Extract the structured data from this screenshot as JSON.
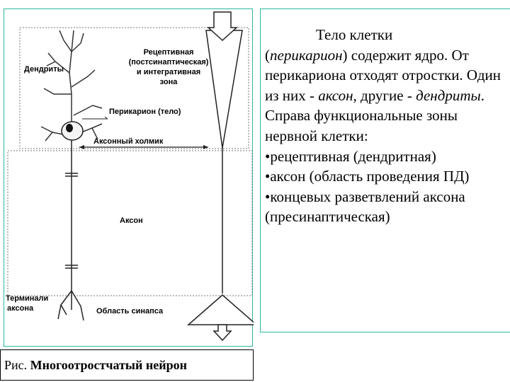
{
  "figure": {
    "labels": {
      "dendrites": "Дендриты",
      "receptive_zone_1": "Рецептивная",
      "receptive_zone_2": "(постсинаптическая)",
      "receptive_zone_3": "и интегративная",
      "receptive_zone_4": "зона",
      "perikaryon": "Перикарион (тело)",
      "axon_hillock": "Аксонный холмик",
      "axon": "Аксон",
      "terminals_1": "Терминали",
      "terminals_2": "аксона",
      "synapse_area": "Область синапса"
    }
  },
  "caption": {
    "prefix": "Рис.",
    "title": "Многоотростчатый нейрон"
  },
  "description": {
    "line1_a": "Тело клетки",
    "line2_paren_open": "(",
    "line2_italic": "перикарион",
    "line2_rest": ") содержит ядро.",
    "sentence2": "От перикариона отходят отростки. Один из них -",
    "axon_word": "аксон",
    "others": ", другие -",
    "dendrites_word": "дендриты",
    "period": ".",
    "sentence3": "Справа функциональные зоны нервной клетки:",
    "bullets": [
      "•рецептивная (дендритная)",
      "•аксон (область проведения ПД)",
      "•концевых разветвлений аксона (пресинаптическая)"
    ]
  }
}
